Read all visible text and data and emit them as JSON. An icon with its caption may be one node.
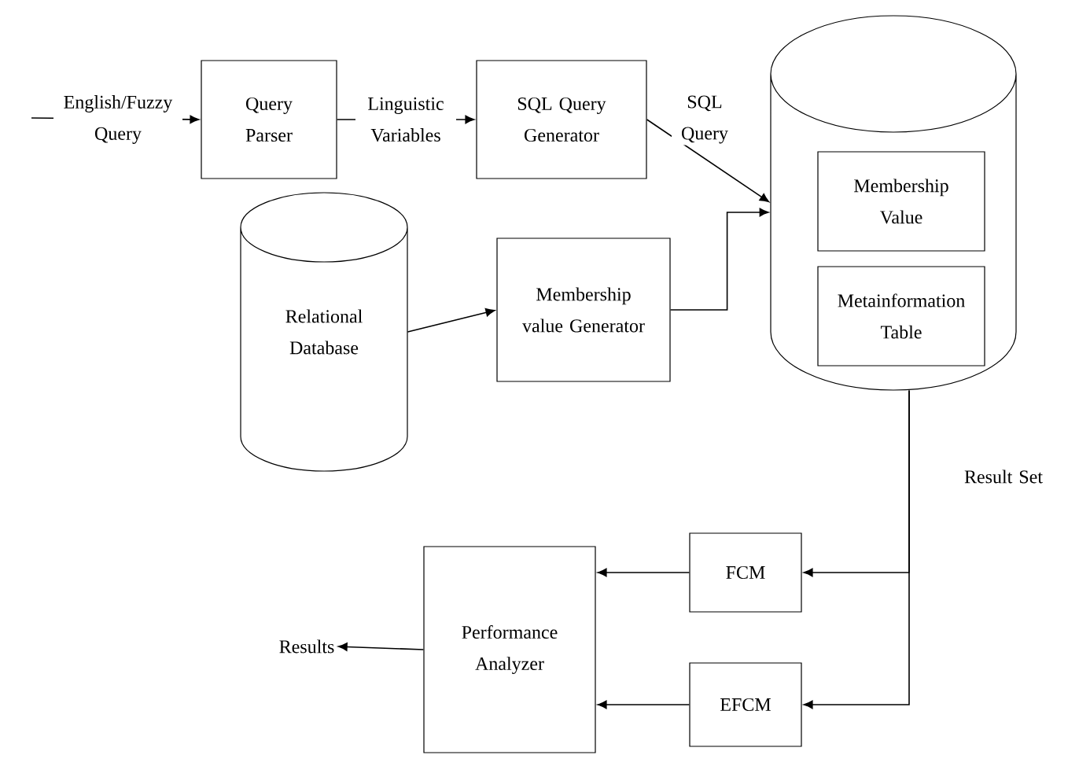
{
  "diagram": {
    "nodes": [
      {
        "text": [
          "Query Parser"
        ]
      },
      {
        "text": [
          "SQL Query Generator"
        ]
      },
      {
        "text": [],
        "shape": "cylinder"
      },
      {
        "text": [
          "Membership Value"
        ],
        "in": 2
      },
      {
        "text": [
          "Metainformation Table"
        ],
        "in": 2
      },
      {
        "text": [
          "Relational Database"
        ]
      },
      {
        "text": [
          "Membership value Generator"
        ]
      },
      {
        "text": [
          "FCM"
        ]
      },
      {
        "text": [
          "EFCM"
        ]
      },
      {
        "text": [
          "Performance Analyzer"
        ]
      },
      {
        "text": [
          "Results"
        ]
      }
    ],
    "edges": [
      {
        "from": null,
        "to": 0,
        "arrow": "to",
        "label": "English/Fuzzy Query"
      },
      {
        "from": 0,
        "to": 1,
        "arrow": "to",
        "label": "Linguistic Variables"
      },
      {
        "from": 1,
        "to": 2,
        "arrow": "to",
        "label": "SQL Query"
      },
      {
        "from": 5,
        "to": 6,
        "arrow": "to"
      },
      {
        "from": 6,
        "to": 2,
        "arrow": "to"
      },
      {
        "from": 2,
        "to": 7,
        "arrow": "to",
        "label": "Result Set"
      },
      {
        "from": 2,
        "to": 8,
        "arrow": "to"
      },
      {
        "from": 7,
        "to": 9,
        "arrow": "to"
      },
      {
        "from": 8,
        "to": 9,
        "arrow": "to"
      },
      {
        "from": 9,
        "to": 10,
        "arrow": "to"
      }
    ]
  }
}
